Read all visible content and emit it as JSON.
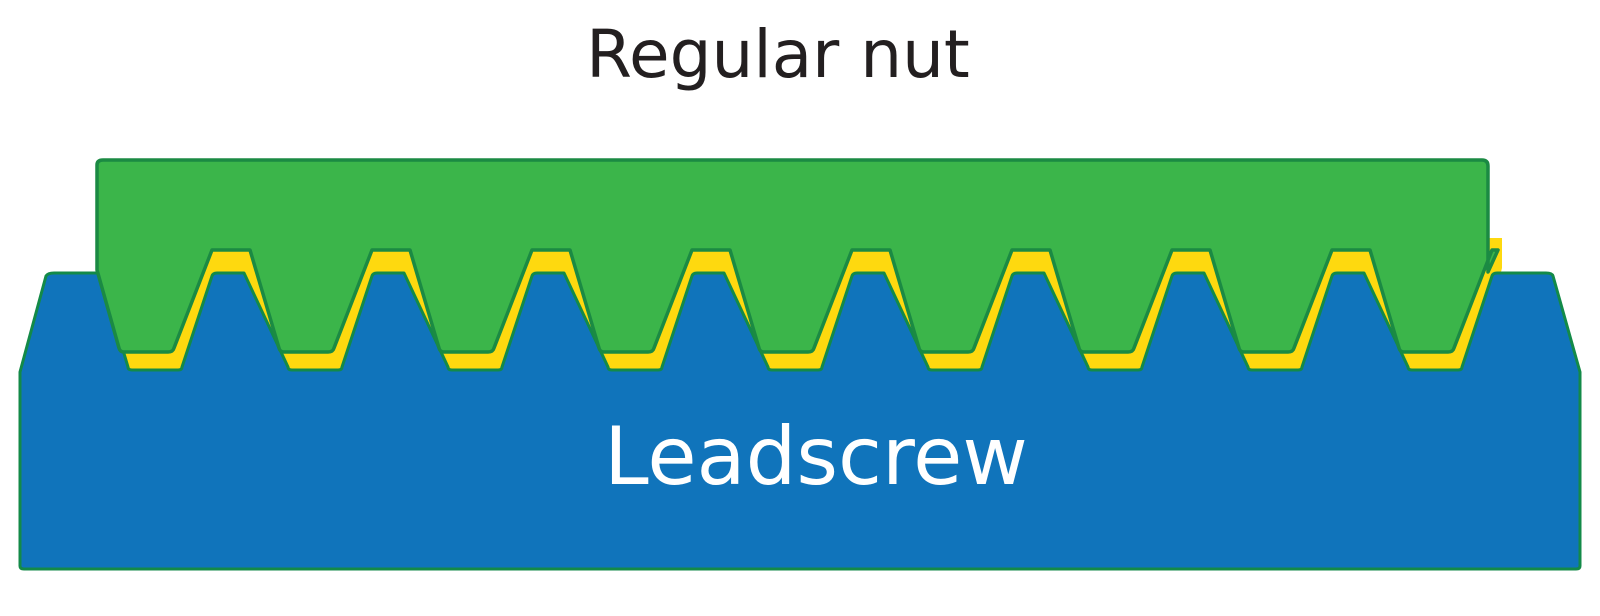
{
  "diagram": {
    "title": "Regular nut",
    "leadscrew_label": "Leadscrew",
    "thread_count": 9,
    "colors": {
      "nut_fill": "#3bb54a",
      "nut_stroke": "#1b8a43",
      "leadscrew_fill": "#1074bb",
      "leadscrew_stroke": "#138a48",
      "gap_fill": "#fed90f",
      "title_text": "#231f20",
      "label_text": "#ffffff"
    }
  }
}
